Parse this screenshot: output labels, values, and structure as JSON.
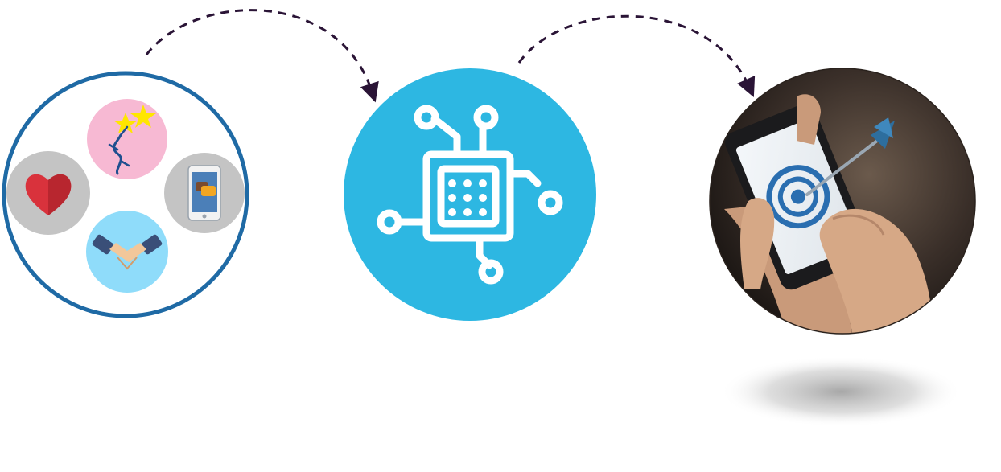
{
  "diagram": {
    "stages": [
      {
        "name": "engagement-signals",
        "icons": [
          "heart-icon",
          "star-achievement-icon",
          "phone-chat-icon",
          "handshake-icon"
        ]
      },
      {
        "name": "processing",
        "icons": [
          "circuit-chip-icon"
        ]
      },
      {
        "name": "targeting-outcome",
        "icons": [
          "smartphone-target-icon"
        ]
      }
    ],
    "connectors": [
      {
        "from": "engagement-signals",
        "to": "processing",
        "style": "dashed",
        "arrow": "end"
      },
      {
        "from": "processing",
        "to": "targeting-outcome",
        "style": "dashed",
        "arrow": "end"
      }
    ]
  },
  "colors": {
    "ring_outline": "#1f6aa5",
    "chip_circle": "#2db7e2",
    "connector": "#2a1436",
    "heart_bg": "#c4c4c4",
    "star_bg": "#f7b9d3",
    "phone_bg": "#c4c4c4",
    "handshake_bg": "#8fdcfa"
  }
}
